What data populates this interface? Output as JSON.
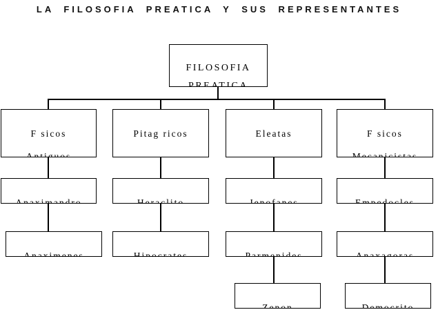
{
  "title": "LA FILOSOFIA PREATICA Y SUS REPRESENTANTES",
  "root": {
    "line1": "FILOSOFIA",
    "line2": "PREATICA"
  },
  "branches": [
    {
      "line1": "F sicos",
      "line2": "Antiguos",
      "children": [
        "Anaximandro",
        "Anaximenes"
      ]
    },
    {
      "line1": "Pitag ricos",
      "line2": "",
      "children": [
        "Heraclito",
        "Hipocrates"
      ]
    },
    {
      "line1": "Eleatas",
      "line2": "",
      "children": [
        "Jenofanes",
        "Parmenides",
        "Zenon"
      ]
    },
    {
      "line1": "F sicos",
      "line2": "Mecanicistas",
      "children": [
        "Empedocles",
        "Anaxagoras",
        "Democrito"
      ]
    }
  ]
}
